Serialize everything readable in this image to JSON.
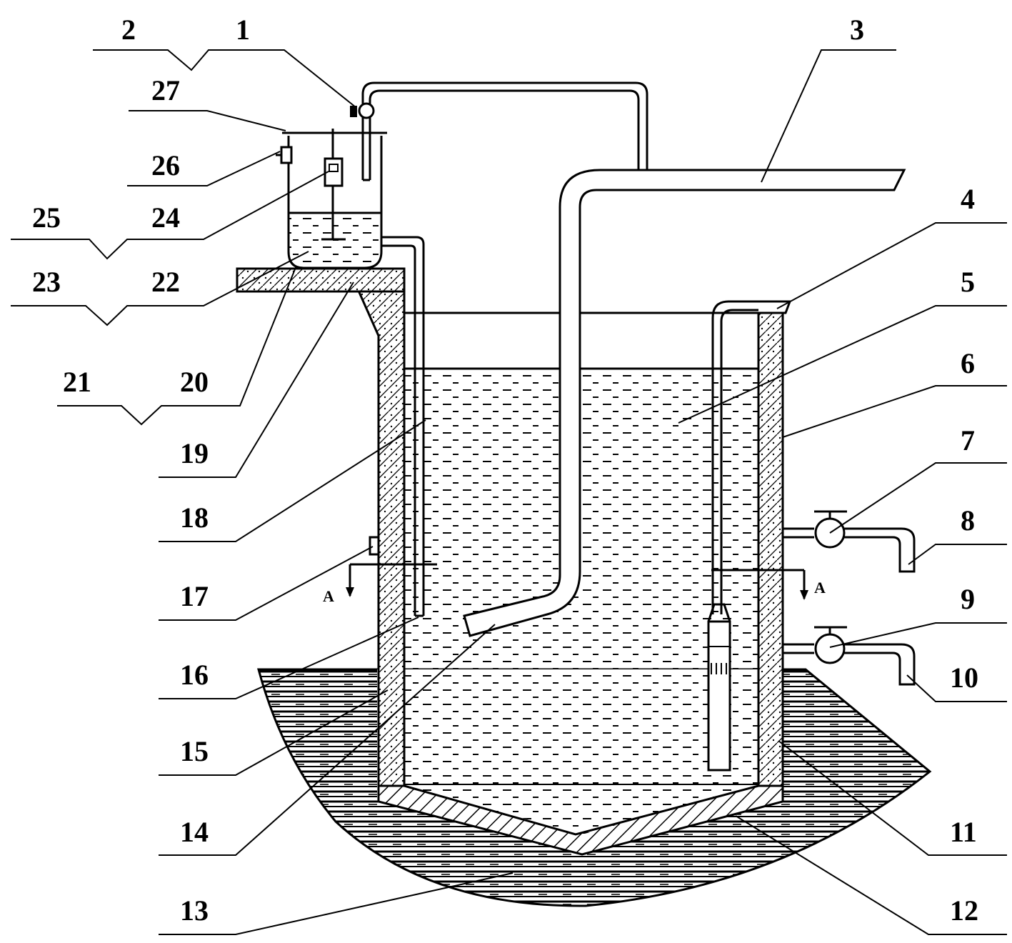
{
  "diagram": {
    "labels": {
      "n1": "1",
      "n2": "2",
      "n3": "3",
      "n4": "4",
      "n5": "5",
      "n6": "6",
      "n7": "7",
      "n8": "8",
      "n9": "9",
      "n10": "10",
      "n11": "11",
      "n12": "12",
      "n13": "13",
      "n14": "14",
      "n15": "15",
      "n16": "16",
      "n17": "17",
      "n18": "18",
      "n19": "19",
      "n20": "20",
      "n21": "21",
      "n22": "22",
      "n23": "23",
      "n24": "24",
      "n25": "25",
      "n26": "26",
      "n27": "27"
    },
    "section_marks": {
      "left": "A",
      "right": "A"
    }
  }
}
